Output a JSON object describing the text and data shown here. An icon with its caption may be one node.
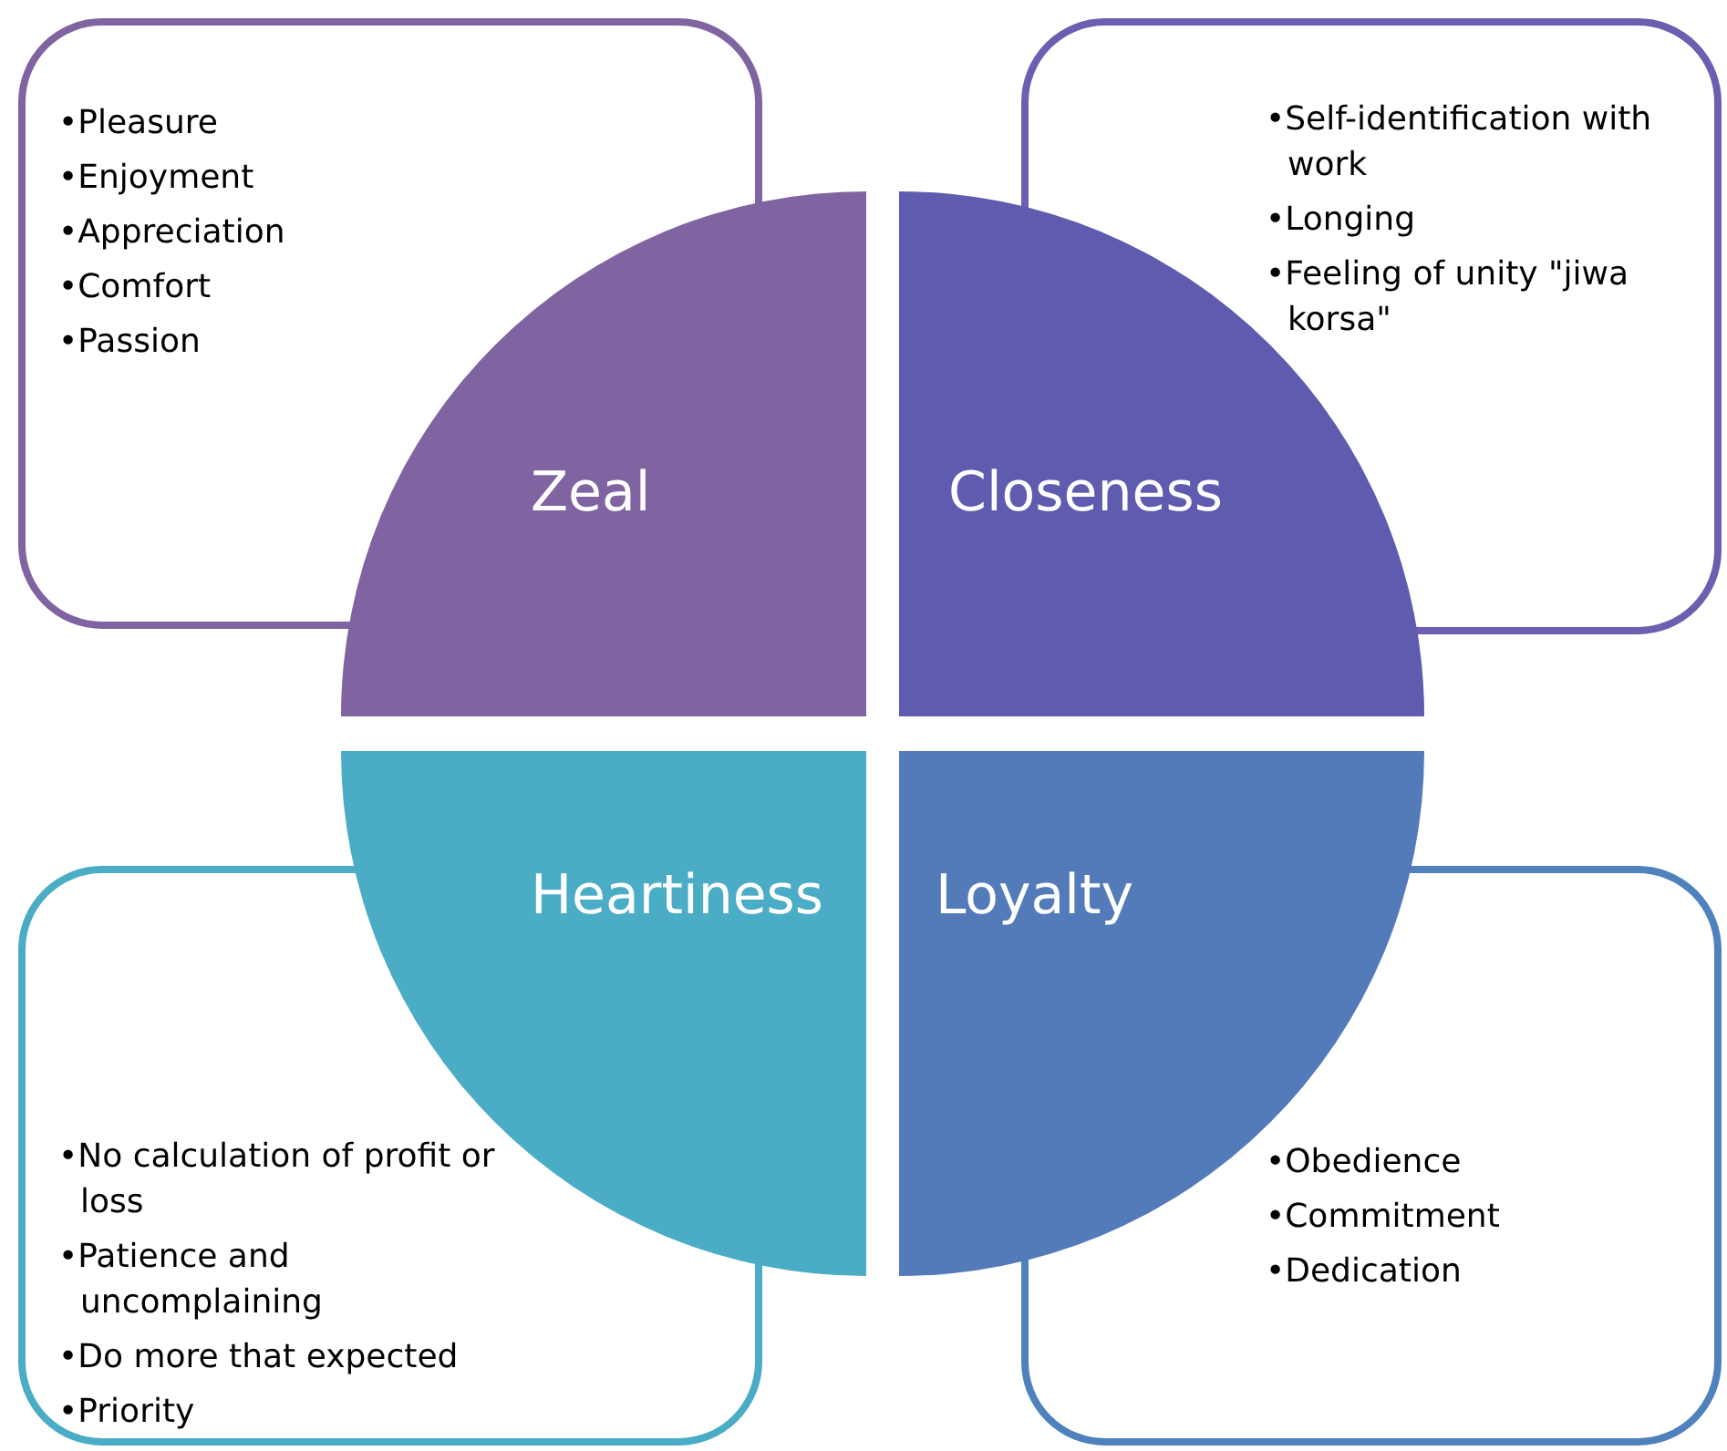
{
  "diagram": {
    "nodes": [
      {
        "text": [
          "•Pleasure",
          "•Enjoyment",
          "•Appreciation",
          "•Comfort",
          "•Passion"
        ]
      },
      {
        "text": [
          "•Self-identification with work",
          "•Longing",
          "•Feeling of unity \"jiwa korsa\""
        ]
      },
      {
        "text": [
          "•No calculation of profit or loss",
          "•Patience and uncomplaining",
          "•Do more that expected",
          "•Priority"
        ]
      },
      {
        "text": [
          "•Obedience",
          "•Commitment",
          "•Dedication"
        ]
      },
      {
        "text": [
          "Zeal"
        ]
      },
      {
        "text": [
          "Closeness"
        ]
      },
      {
        "text": [
          "Heartiness"
        ]
      },
      {
        "text": [
          "Loyalty"
        ]
      }
    ]
  }
}
